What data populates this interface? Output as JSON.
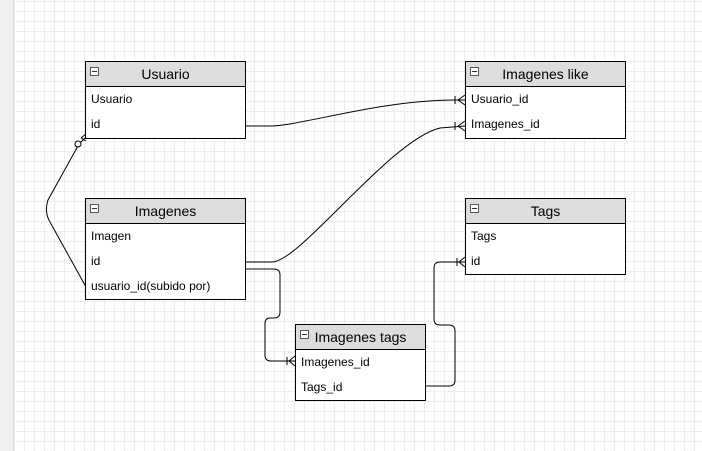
{
  "entities": {
    "usuario": {
      "title": "Usuario",
      "fields": [
        "Usuario",
        "id"
      ]
    },
    "imagenes_like": {
      "title": "Imagenes like",
      "fields": [
        "Usuario_id",
        "Imagenes_id"
      ]
    },
    "imagenes": {
      "title": "Imagenes",
      "fields": [
        "Imagen",
        "id",
        "usuario_id(subido por)"
      ]
    },
    "tags": {
      "title": "Tags",
      "fields": [
        "Tags",
        "id"
      ]
    },
    "imagenes_tags": {
      "title": "Imagenes tags",
      "fields": [
        "Imagenes_id",
        "Tags_id"
      ]
    }
  },
  "relationships": [
    {
      "from": "Usuario.id",
      "to": "Imagenes like.Usuario_id",
      "end": "crow-foot"
    },
    {
      "from": "Imagenes.id",
      "to": "Imagenes like.Imagenes_id",
      "end": "crow-foot"
    },
    {
      "from": "Imagenes.usuario_id(subido por)",
      "to": "Usuario.id",
      "end": "zero-or-many"
    },
    {
      "from": "Imagenes.id",
      "to": "Imagenes tags.Imagenes_id",
      "end": "crow-foot"
    },
    {
      "from": "Imagenes tags.Tags_id",
      "to": "Tags.id",
      "end": "crow-foot"
    }
  ],
  "colors": {
    "header": "#dddddd",
    "grid": "#ededed",
    "line": "#000000"
  }
}
